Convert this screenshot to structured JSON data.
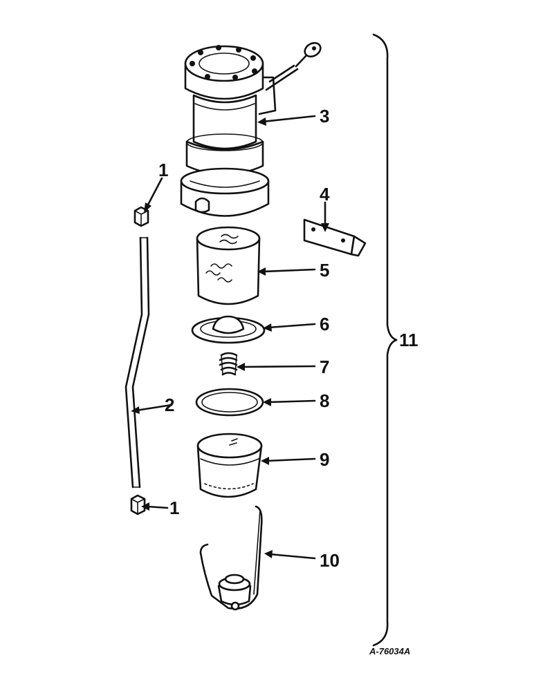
{
  "callouts": {
    "c1a": "1",
    "c1b": "1",
    "c2": "2",
    "c3": "3",
    "c4": "4",
    "c5": "5",
    "c6": "6",
    "c7": "7",
    "c8": "8",
    "c9": "9",
    "c10": "10",
    "c11": "11"
  },
  "drawing_number": "A-76034A",
  "ink_color": "#111111",
  "background_color": "#ffffff"
}
